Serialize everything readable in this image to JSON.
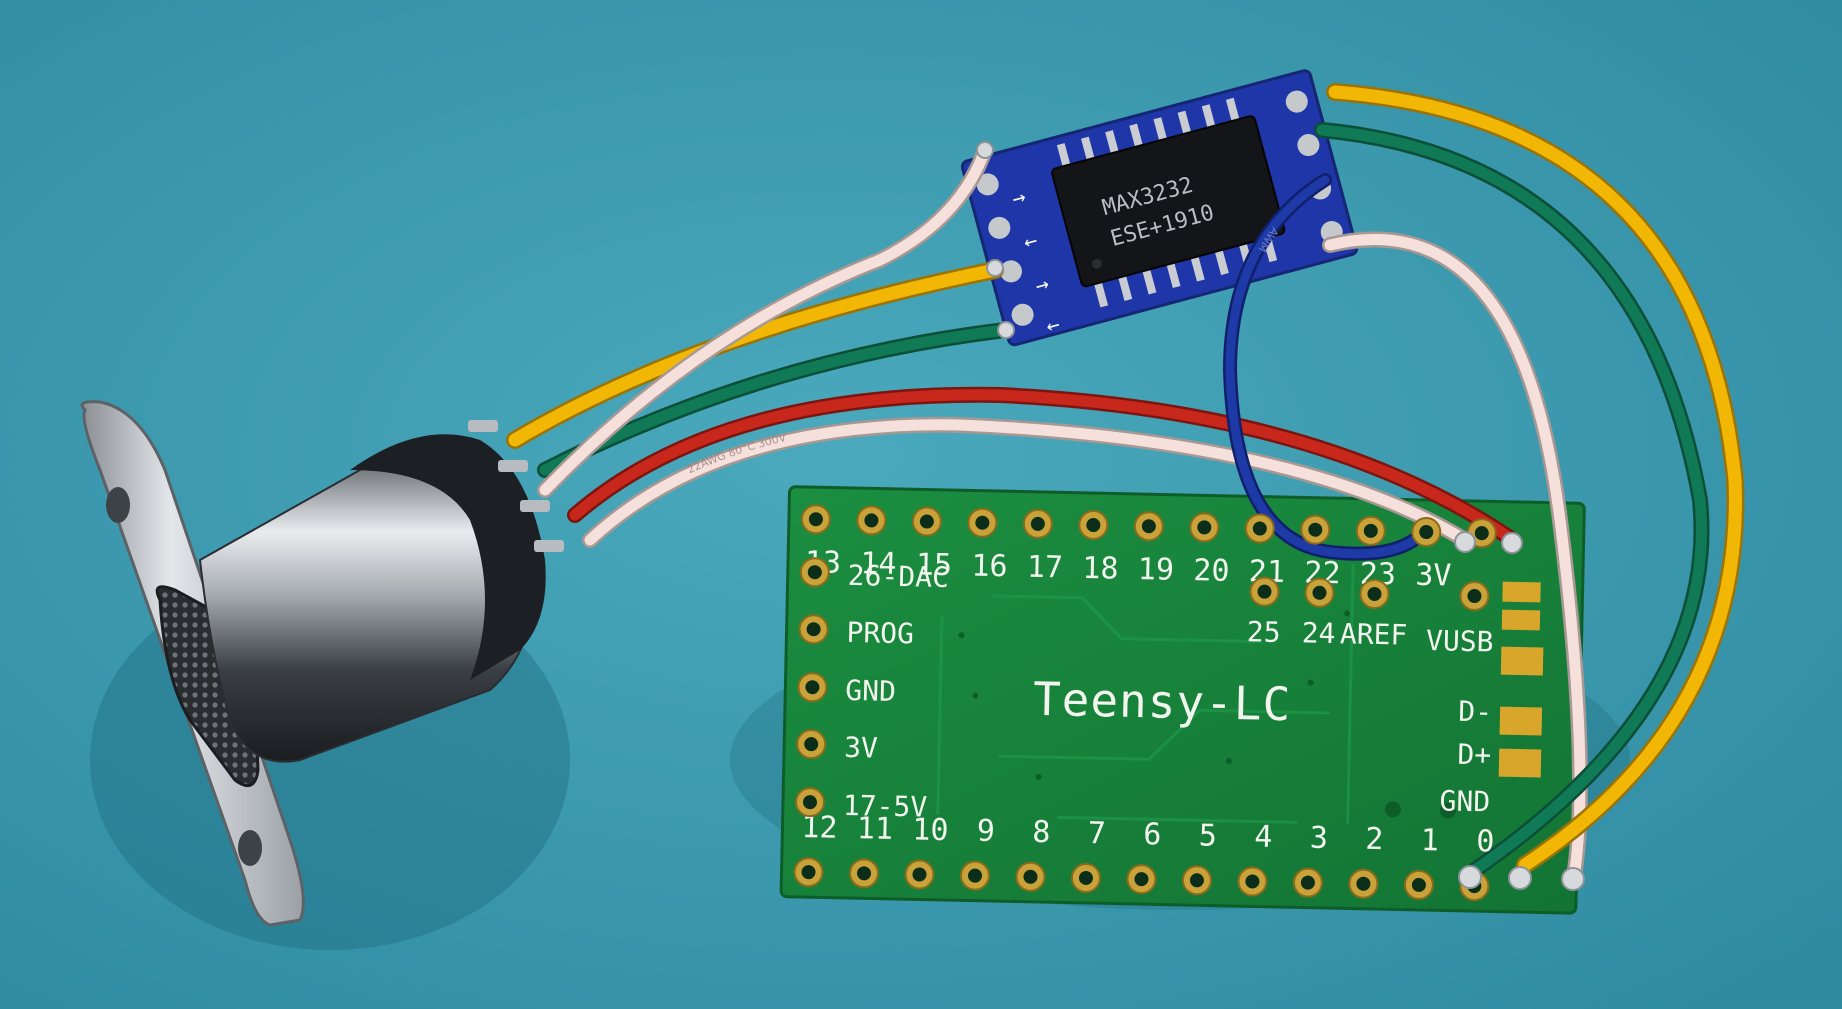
{
  "colors": {
    "background": "#3e9bb0",
    "pcb_green": "#17813a",
    "breakout_blue": "#1f36a8",
    "wire_yellow": "#f2b705",
    "wire_white": "#f4d9d4",
    "wire_green": "#0f7a55",
    "wire_red": "#c8281c",
    "wire_blue": "#1d3aa6",
    "silkscreen": "#f2f4ee"
  },
  "board": {
    "name": "Teensy-LC",
    "top_pins": [
      "13",
      "14",
      "15",
      "16",
      "17",
      "18",
      "19",
      "20",
      "21",
      "22",
      "23",
      "3V"
    ],
    "bottom_pins": [
      "12",
      "11",
      "10",
      "9",
      "8",
      "7",
      "6",
      "5",
      "4",
      "3",
      "2",
      "1",
      "0"
    ],
    "left_labels": [
      "26-DAC",
      "PROG",
      "GND",
      "3V",
      "17-5V"
    ],
    "inner_pins": [
      "25",
      "24",
      "AREF"
    ],
    "right_labels": [
      "VUSB",
      "D-",
      "D+",
      "GND"
    ]
  },
  "module": {
    "chip_line1": "MAX3232",
    "chip_line2": "ESE+1910",
    "arrows": [
      "→",
      "←",
      "→",
      "←"
    ]
  },
  "wire_markings": {
    "white_lower": "22AWG  80°C  300V",
    "blue": "AWM"
  }
}
